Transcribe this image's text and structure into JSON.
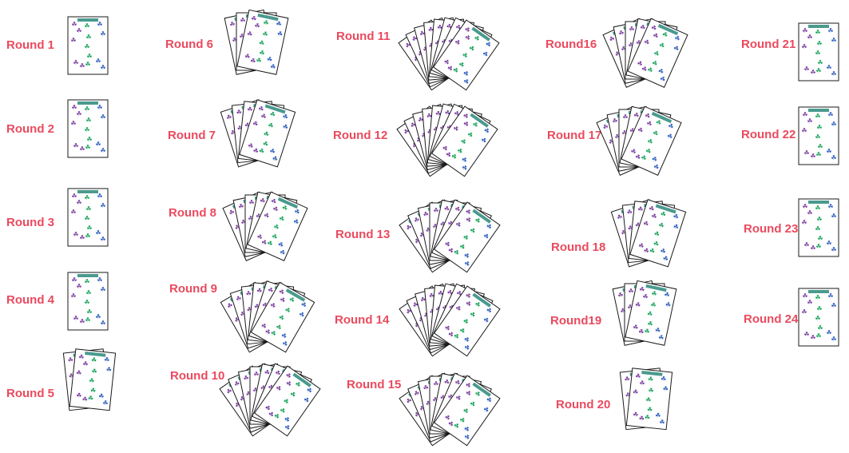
{
  "label_color": "#ea4a5e",
  "card_colors": {
    "purple": "#7b3fa0",
    "green": "#1aa35c",
    "blue": "#2f5fbf",
    "teal": "#4a9a8e",
    "border": "#1a1a1a"
  },
  "card_icon": "figure-icon",
  "rounds": [
    {
      "label": "Round  1",
      "cards": 1
    },
    {
      "label": "Round  2",
      "cards": 1
    },
    {
      "label": "Round  3",
      "cards": 1
    },
    {
      "label": "Round  4",
      "cards": 1
    },
    {
      "label": "Round  5",
      "cards": 2
    },
    {
      "label": "Round  6",
      "cards": 3
    },
    {
      "label": "Round  7",
      "cards": 4
    },
    {
      "label": "Round  8",
      "cards": 5
    },
    {
      "label": "Round  9",
      "cards": 6
    },
    {
      "label": "Round 10",
      "cards": 7
    },
    {
      "label": "Round 11",
      "cards": 8
    },
    {
      "label": "Round  12",
      "cards": 8
    },
    {
      "label": "Round 13",
      "cards": 7
    },
    {
      "label": "Round 14",
      "cards": 8
    },
    {
      "label": "Round 15",
      "cards": 7
    },
    {
      "label": "Round16",
      "cards": 5
    },
    {
      "label": "Round 17",
      "cards": 5
    },
    {
      "label": "Round  18",
      "cards": 4
    },
    {
      "label": "Round19",
      "cards": 3
    },
    {
      "label": "Round  20",
      "cards": 2
    },
    {
      "label": "Round  21",
      "cards": 1
    },
    {
      "label": "Round  22",
      "cards": 1
    },
    {
      "label": "Round 23",
      "cards": 1
    },
    {
      "label": "Round 24",
      "cards": 1
    }
  ]
}
